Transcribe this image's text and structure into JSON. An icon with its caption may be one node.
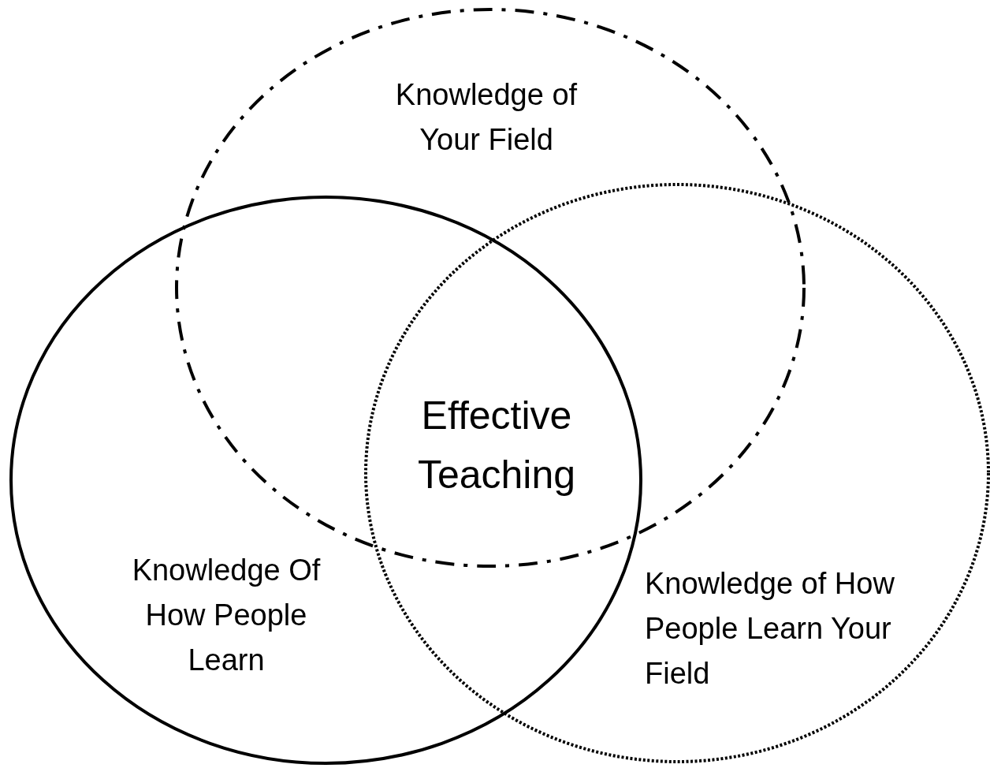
{
  "diagram": {
    "nodes": [
      {
        "text": [
          "Knowledge of Your Field"
        ]
      },
      {
        "text": [
          "Knowledge Of How People Learn"
        ]
      },
      {
        "text": [
          "Knowledge of How People Learn Your Field"
        ]
      }
    ],
    "labels": [
      "Effective Teaching"
    ]
  }
}
